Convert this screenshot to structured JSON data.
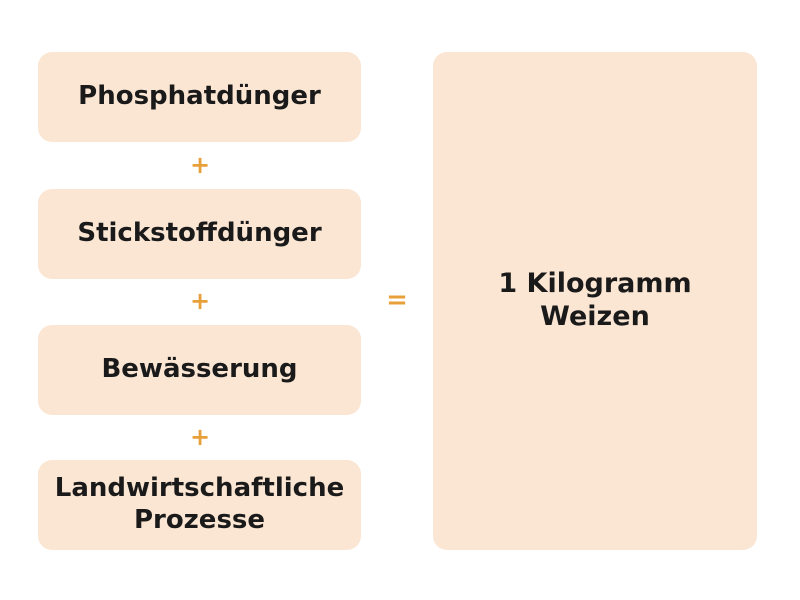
{
  "inputs": [
    {
      "label": "Phosphatdünger"
    },
    {
      "label": "Stickstoffdünger"
    },
    {
      "label": "Bewässerung"
    },
    {
      "label": "Landwirtschaftliche\nProzesse"
    }
  ],
  "operators": {
    "plus": "+",
    "equals": "="
  },
  "result": {
    "label": "1 Kilogramm\nWeizen"
  },
  "colors": {
    "box_fill": "#fbe6d3",
    "operator": "#e8a03a",
    "text": "#1a1a1a"
  }
}
